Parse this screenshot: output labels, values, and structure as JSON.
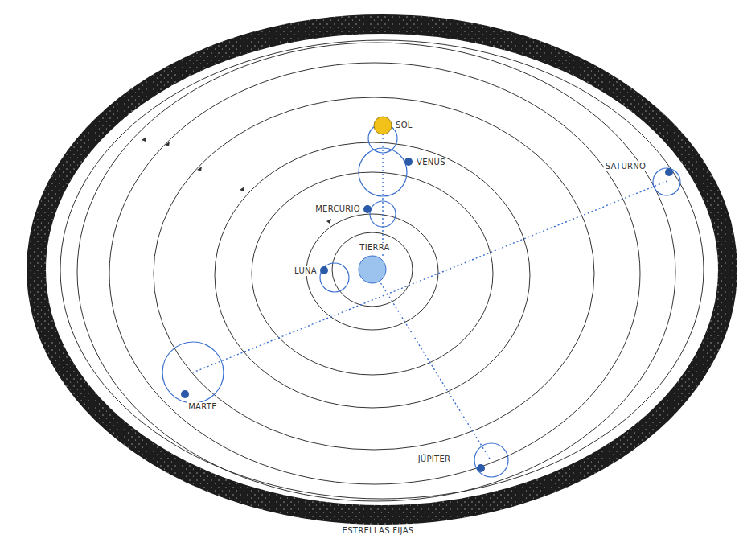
{
  "diagram": {
    "labels": [
      "SOL",
      "VENUS",
      "MERCURIO",
      "TIERRA",
      "LUNA",
      "SATURNO",
      "MARTE",
      "JÚPITER",
      "ESTRELLAS FIJAS"
    ]
  }
}
